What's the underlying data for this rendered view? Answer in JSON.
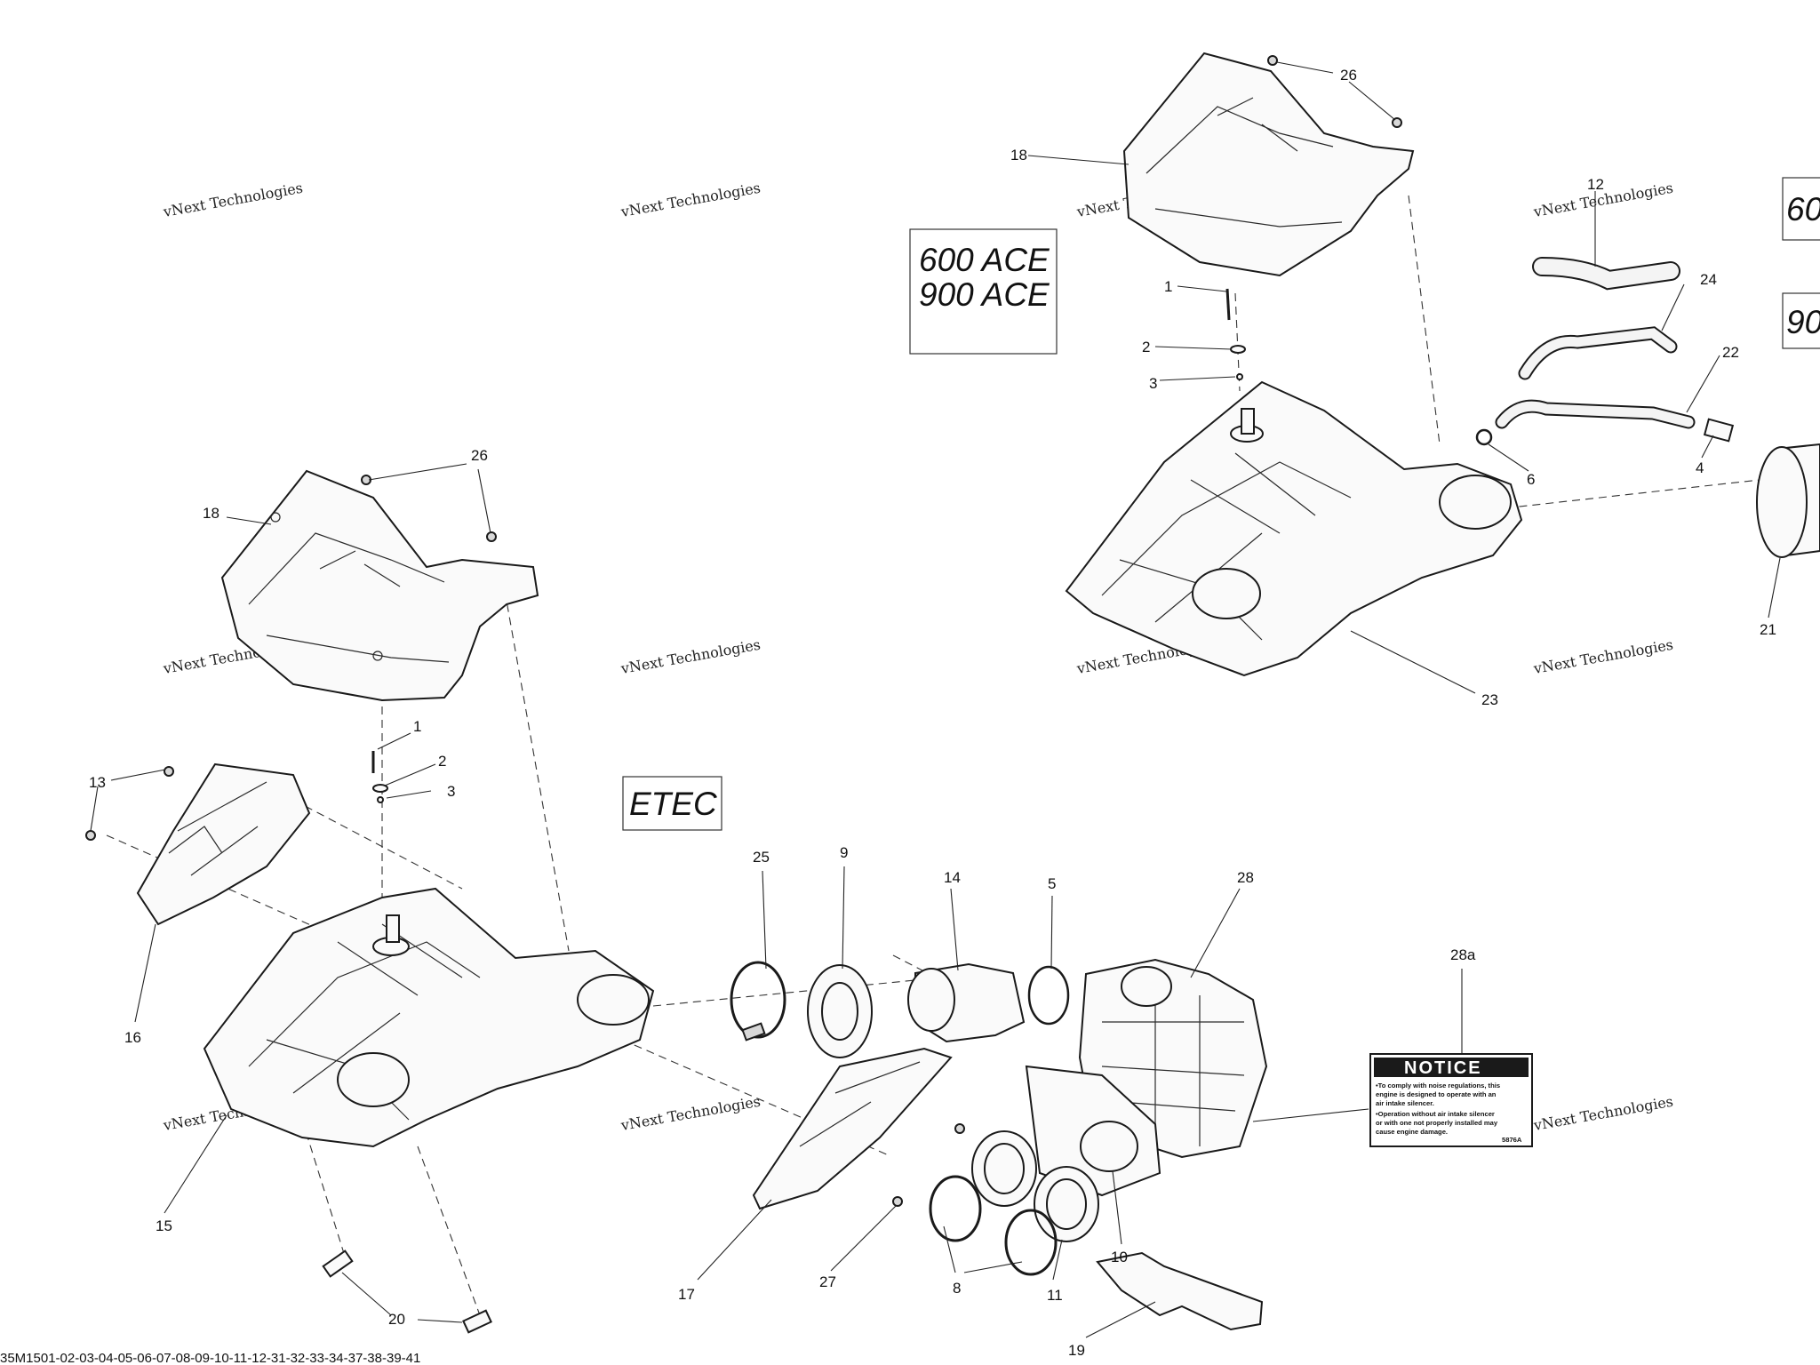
{
  "drawing_code": "35M1501-02-03-04-05-06-07-08-09-10-11-12-31-32-33-34-37-38-39-41",
  "model_labels": {
    "ace_line_1": "600 ACE",
    "ace_line_2": "900 ACE",
    "etec": "ETEC",
    "edge_top": "60",
    "edge_bottom": "90"
  },
  "watermark": {
    "line_small": "vNext Technologies",
    "line_big": "vNext\nTechnologies"
  },
  "notice_decal": {
    "heading": "NOTICE",
    "lines": [
      "•To comply with noise regulations, this",
      "engine is designed to operate with an",
      "air intake silencer.",
      "•Operation without air intake silencer",
      "or with one not properly installed may",
      "cause engine damage."
    ],
    "code": "5876A"
  },
  "callouts": {
    "c1_left": "1",
    "c2_left": "2",
    "c3_left": "3",
    "c13": "13",
    "c16": "16",
    "c15": "15",
    "c18_left": "18",
    "c26_left": "26",
    "c20": "20",
    "c17": "17",
    "c27": "27",
    "c25": "25",
    "c9": "9",
    "c14": "14",
    "c5": "5",
    "c28": "28",
    "c28a": "28a",
    "c8": "8",
    "c11": "11",
    "c10": "10",
    "c19": "19",
    "c18_right": "18",
    "c26_right": "26",
    "c1_right": "1",
    "c2_right": "2",
    "c3_right": "3",
    "c12": "12",
    "c24": "24",
    "c22": "22",
    "c6": "6",
    "c4": "4",
    "c21": "21",
    "c23": "23"
  }
}
